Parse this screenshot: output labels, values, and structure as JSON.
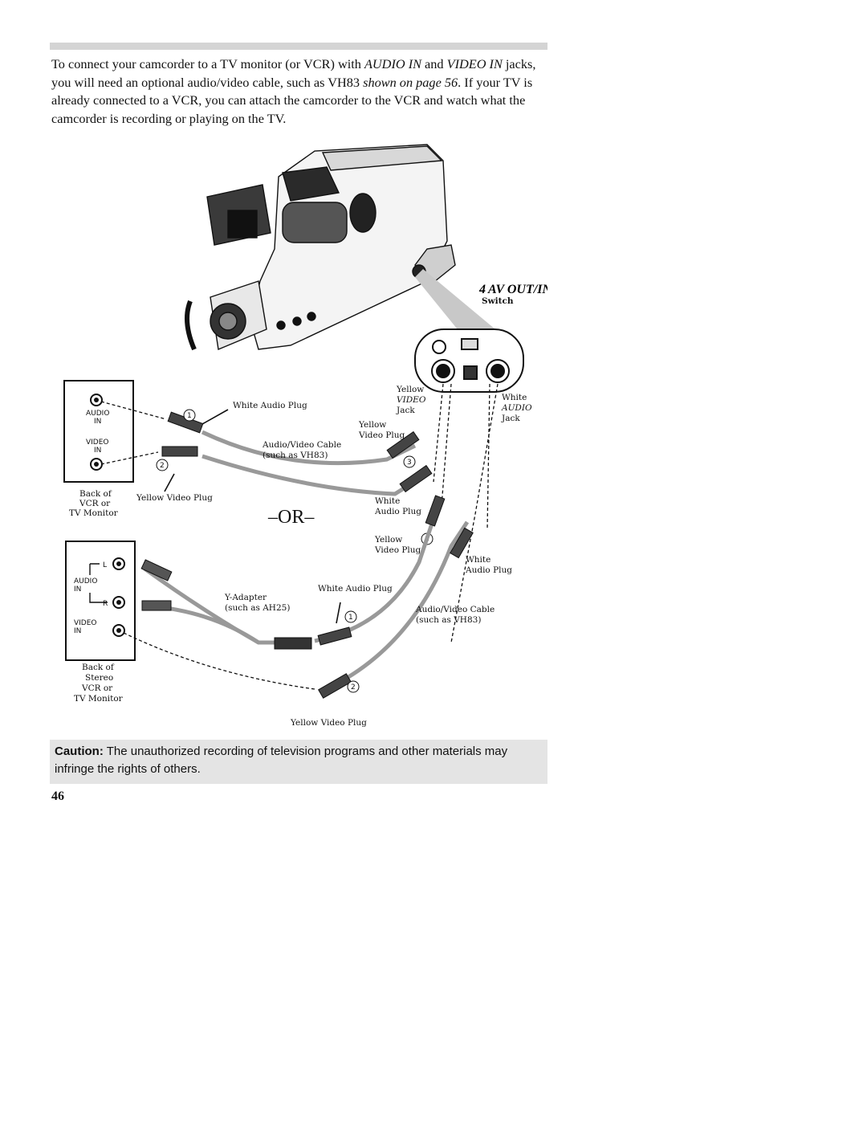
{
  "intro": {
    "t1": "To connect your camcorder to a TV monitor (or VCR) with ",
    "t2": "AUDIO IN",
    "t3": " and ",
    "t4": "VIDEO IN",
    "t5": " jacks, you will need an optional audio/video cable, such as VH83 ",
    "t6": "shown on page 56",
    "t7": ". If your TV is already connected to a VCR, you can attach the camcorder to the VCR and watch what the camcorder is recording or playing on the TV."
  },
  "diagram": {
    "switch_num": "4",
    "switch_name": "AV OUT/IN",
    "switch_word": "Switch",
    "yellow1": "Yellow",
    "video_jack": "VIDEO",
    "jack1": "Jack",
    "white1": "White",
    "audio_jack": "AUDIO",
    "jack2": "Jack",
    "vcr_audio": "AUDIO",
    "vcr_audio_in": "IN",
    "vcr_video": "VIDEO",
    "vcr_video_in": "IN",
    "back_of_1": "Back of",
    "vcr_or": "VCR or",
    "tv_monitor_1": "TV Monitor",
    "white_audio_plug_1": "White Audio Plug",
    "num_1a": "1",
    "num_2a": "2",
    "num_3a": "3",
    "yellow_video_top": "Yellow",
    "video_plug_top": "Video Plug",
    "cable_1": "Audio/Video Cable",
    "cable_1b": "(such as VH83)",
    "yellow_video_plug_1": "Yellow Video Plug",
    "or": "–OR–",
    "white_mid": "White",
    "audio_plug_mid": "Audio Plug",
    "yellow_mid": "Yellow",
    "video_plug_mid": "Video Plug",
    "num_3b": "3",
    "white_low": "White",
    "audio_plug_low": "Audio Plug",
    "stereo_l": "L",
    "stereo_audio": "AUDIO",
    "stereo_in": "IN",
    "stereo_r": "R",
    "stereo_video": "VIDEO",
    "stereo_video_in": "IN",
    "back_of_2": "Back of",
    "stereo": "Stereo",
    "vcr_or_2": "VCR or",
    "tv_monitor_2": "TV Monitor",
    "y_adapter": "Y-Adapter",
    "y_adapter_b": "(such as AH25)",
    "white_audio_plug_2": "White Audio Plug",
    "num_1b": "1",
    "cable_2": "Audio/Video Cable",
    "cable_2b": "(such as VH83)",
    "num_2b": "2",
    "yellow_video_plug_2": "Yellow Video Plug"
  },
  "caution": {
    "label": "Caution:",
    "text": "  The unauthorized recording of television programs and other materials may infringe the rights of others."
  },
  "page_number": "46"
}
